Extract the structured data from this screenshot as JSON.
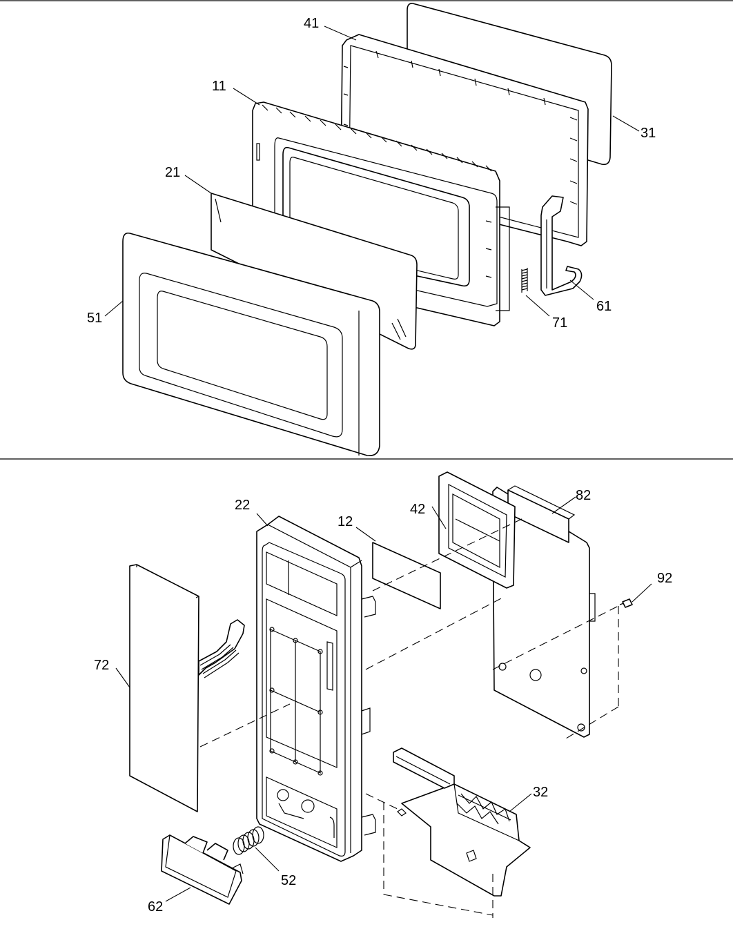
{
  "door_assembly": {
    "callouts": [
      {
        "part": "41"
      },
      {
        "part": "11"
      },
      {
        "part": "21"
      },
      {
        "part": "31"
      },
      {
        "part": "51"
      },
      {
        "part": "61"
      },
      {
        "part": "71"
      }
    ]
  },
  "control_panel_assembly": {
    "callouts": [
      {
        "part": "22"
      },
      {
        "part": "12"
      },
      {
        "part": "42"
      },
      {
        "part": "82"
      },
      {
        "part": "92"
      },
      {
        "part": "72"
      },
      {
        "part": "32"
      },
      {
        "part": "52"
      },
      {
        "part": "62"
      }
    ]
  }
}
